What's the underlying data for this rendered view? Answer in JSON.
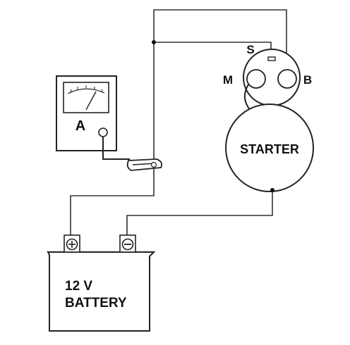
{
  "diagram": {
    "labels": {
      "terminal_s": "S",
      "terminal_m": "M",
      "terminal_b": "B",
      "starter": "STARTER",
      "ammeter": "A",
      "battery_line1": "12 V",
      "battery_line2": "BATTERY"
    },
    "icons": {
      "positive_terminal": "plus-terminal-icon",
      "negative_terminal": "minus-terminal-icon",
      "meter_face": "analog-meter-icon",
      "inductive_clamp": "clamp-icon"
    }
  }
}
